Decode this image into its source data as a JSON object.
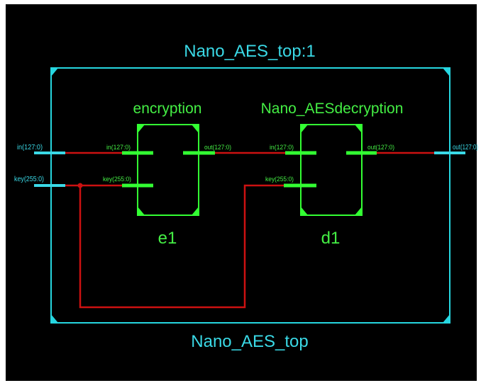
{
  "top_instance_label": "Nano_AES_top:1",
  "top_module_label": "Nano_AES_top",
  "ports": {
    "in": "in(127:0)",
    "key": "key(255:0)",
    "out": "out(127:0)"
  },
  "blocks": {
    "encryption": {
      "title": "encryption",
      "instance": "e1",
      "pin_in": "in(127:0)",
      "pin_key": "key(255:0)",
      "pin_out": "out(127:0)"
    },
    "decryption": {
      "title": "Nano_AESdecryption",
      "instance": "d1",
      "pin_in": "in(127:0)",
      "pin_key": "key(255:0)",
      "pin_out": "out(127:0)"
    }
  },
  "colors": {
    "background": "#000000",
    "frame": "#ffffff",
    "boundary": "#26d6e0",
    "block": "#33ff33",
    "wire": "#cc1111",
    "block_text": "#44ee44",
    "port_text": "#3ad9e6"
  }
}
